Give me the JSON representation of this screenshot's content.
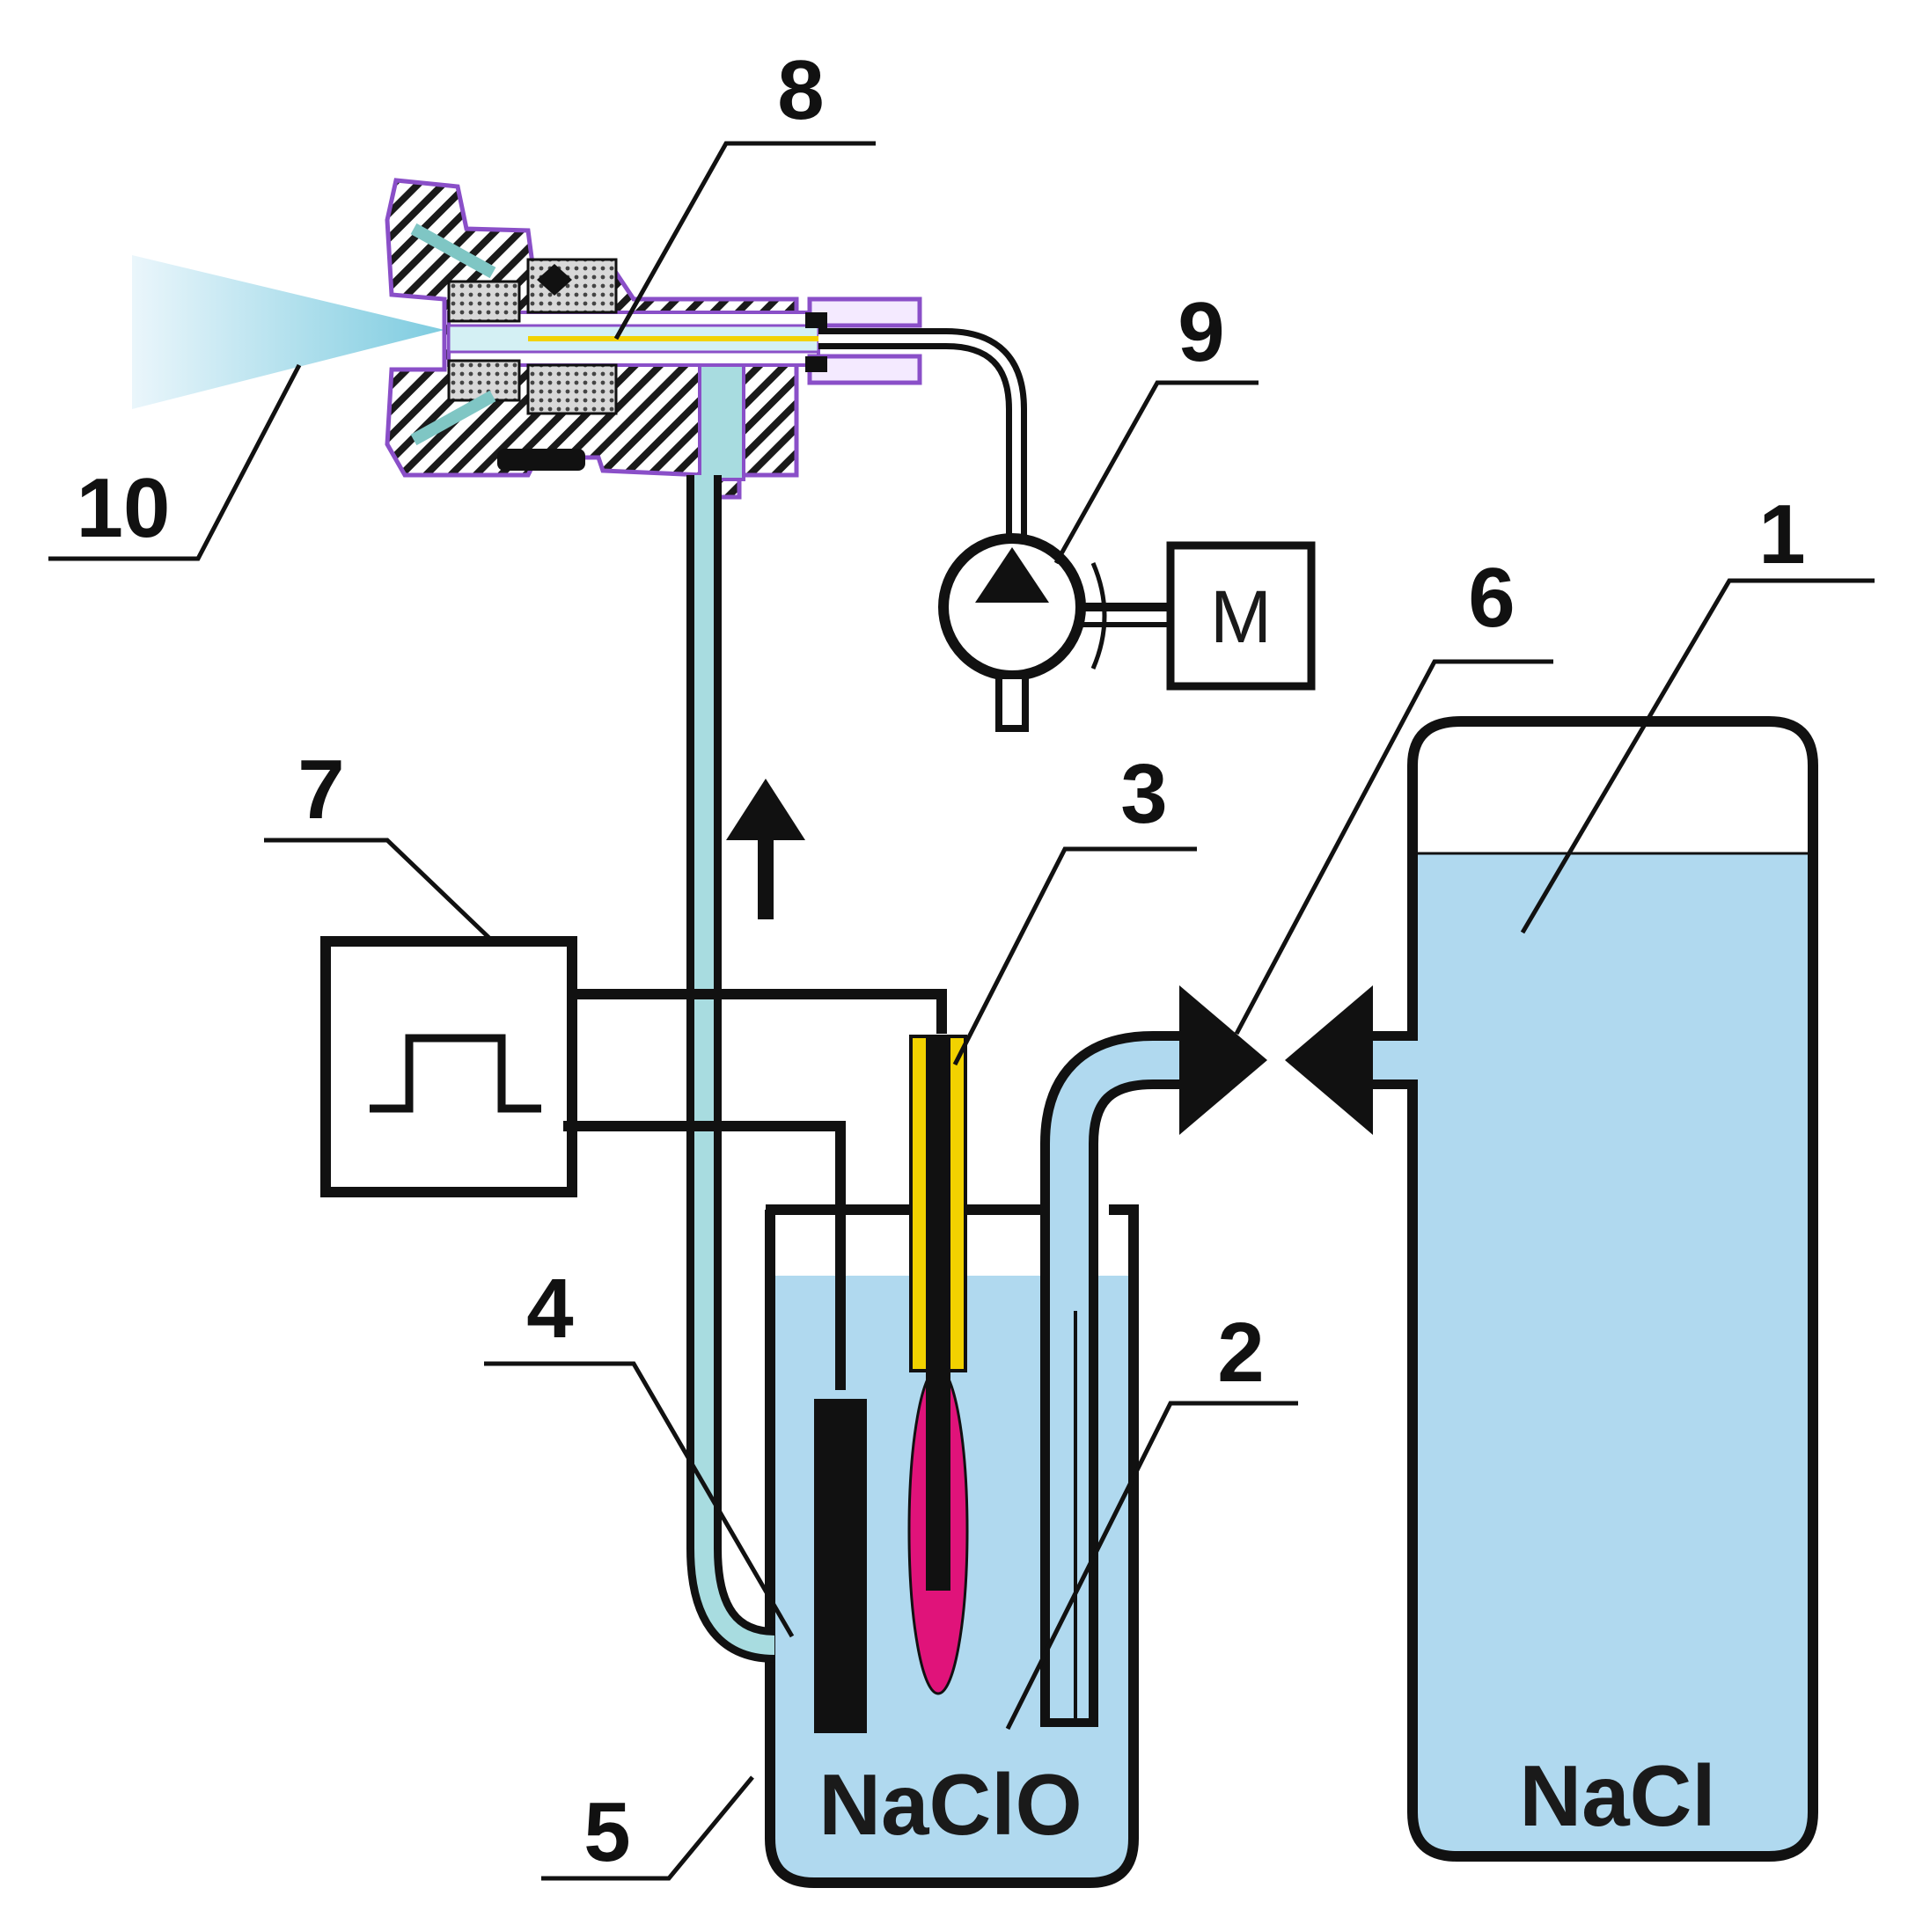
{
  "labels": {
    "tank": "1",
    "solution": "2",
    "electrode": "3",
    "tube": "4",
    "vessel": "5",
    "valve": "6",
    "generator": "7",
    "nozzle": "8",
    "pump": "9",
    "spray": "10"
  },
  "motor": "M",
  "chemicals": {
    "vessel": "NaClO",
    "tank": "NaCl"
  },
  "colors": {
    "liquid": "#b0d9ef",
    "tube": "#a8dce0",
    "electrode_sheath": "#f2d200",
    "electrode_tip": "#e0137a",
    "nozzle_outline": "#8a4fc8",
    "stroke": "#111111"
  }
}
